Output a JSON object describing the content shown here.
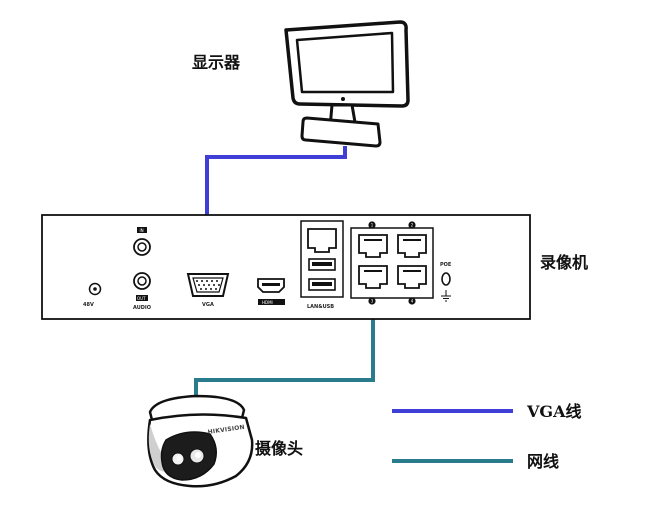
{
  "labels": {
    "monitor": "显示器",
    "nvr": "录像机",
    "camera": "摄像头"
  },
  "panel": {
    "power_label": "48V",
    "power_sub": "",
    "audio_in": "IN",
    "audio_out": "OUT",
    "audio_label": "AUDIO",
    "vga_label": "VGA",
    "hdmi_label": "HDMI",
    "lan_usb_label": "LAN&USB",
    "poe_label": "POE",
    "port_1": "1",
    "port_2": "2",
    "port_3": "3",
    "port_4": "4"
  },
  "camera_brand": "HIKVISION",
  "legend": {
    "vga_cable": "VGA线",
    "network_cable": "网线"
  },
  "colors": {
    "vga_cable": "#3f3fd8",
    "network_cable": "#2a7b8c",
    "outline": "#111111",
    "panel_fill": "#ffffff"
  }
}
